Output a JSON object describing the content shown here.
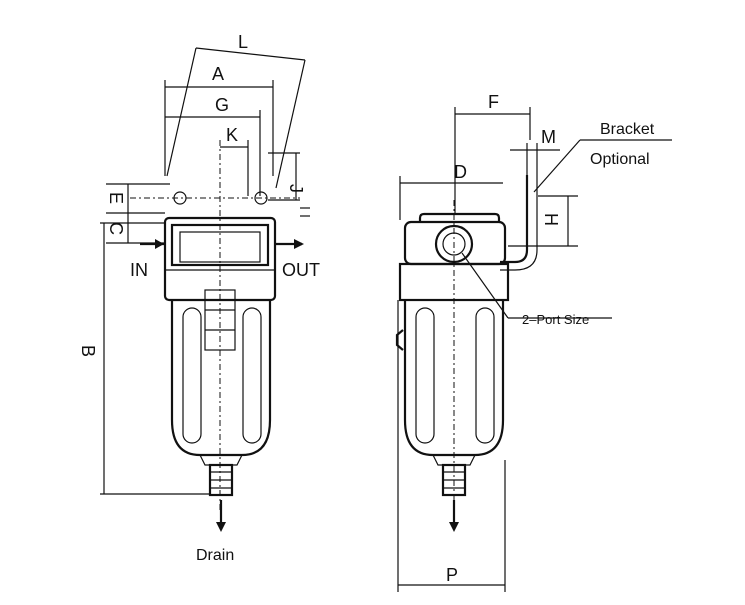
{
  "front_view": {
    "labels": {
      "L": "L",
      "A": "A",
      "G": "G",
      "K": "K",
      "J": "J",
      "E": "E",
      "C": "C",
      "B": "B"
    },
    "inlet": "IN",
    "outlet": "OUT",
    "drain": "Drain"
  },
  "side_view": {
    "labels": {
      "F": "F",
      "D": "D",
      "M": "M",
      "H": "H",
      "P": "P"
    },
    "bracket_line1": "Bracket",
    "bracket_line2": "Optional",
    "port_note": "2–Port Size"
  }
}
